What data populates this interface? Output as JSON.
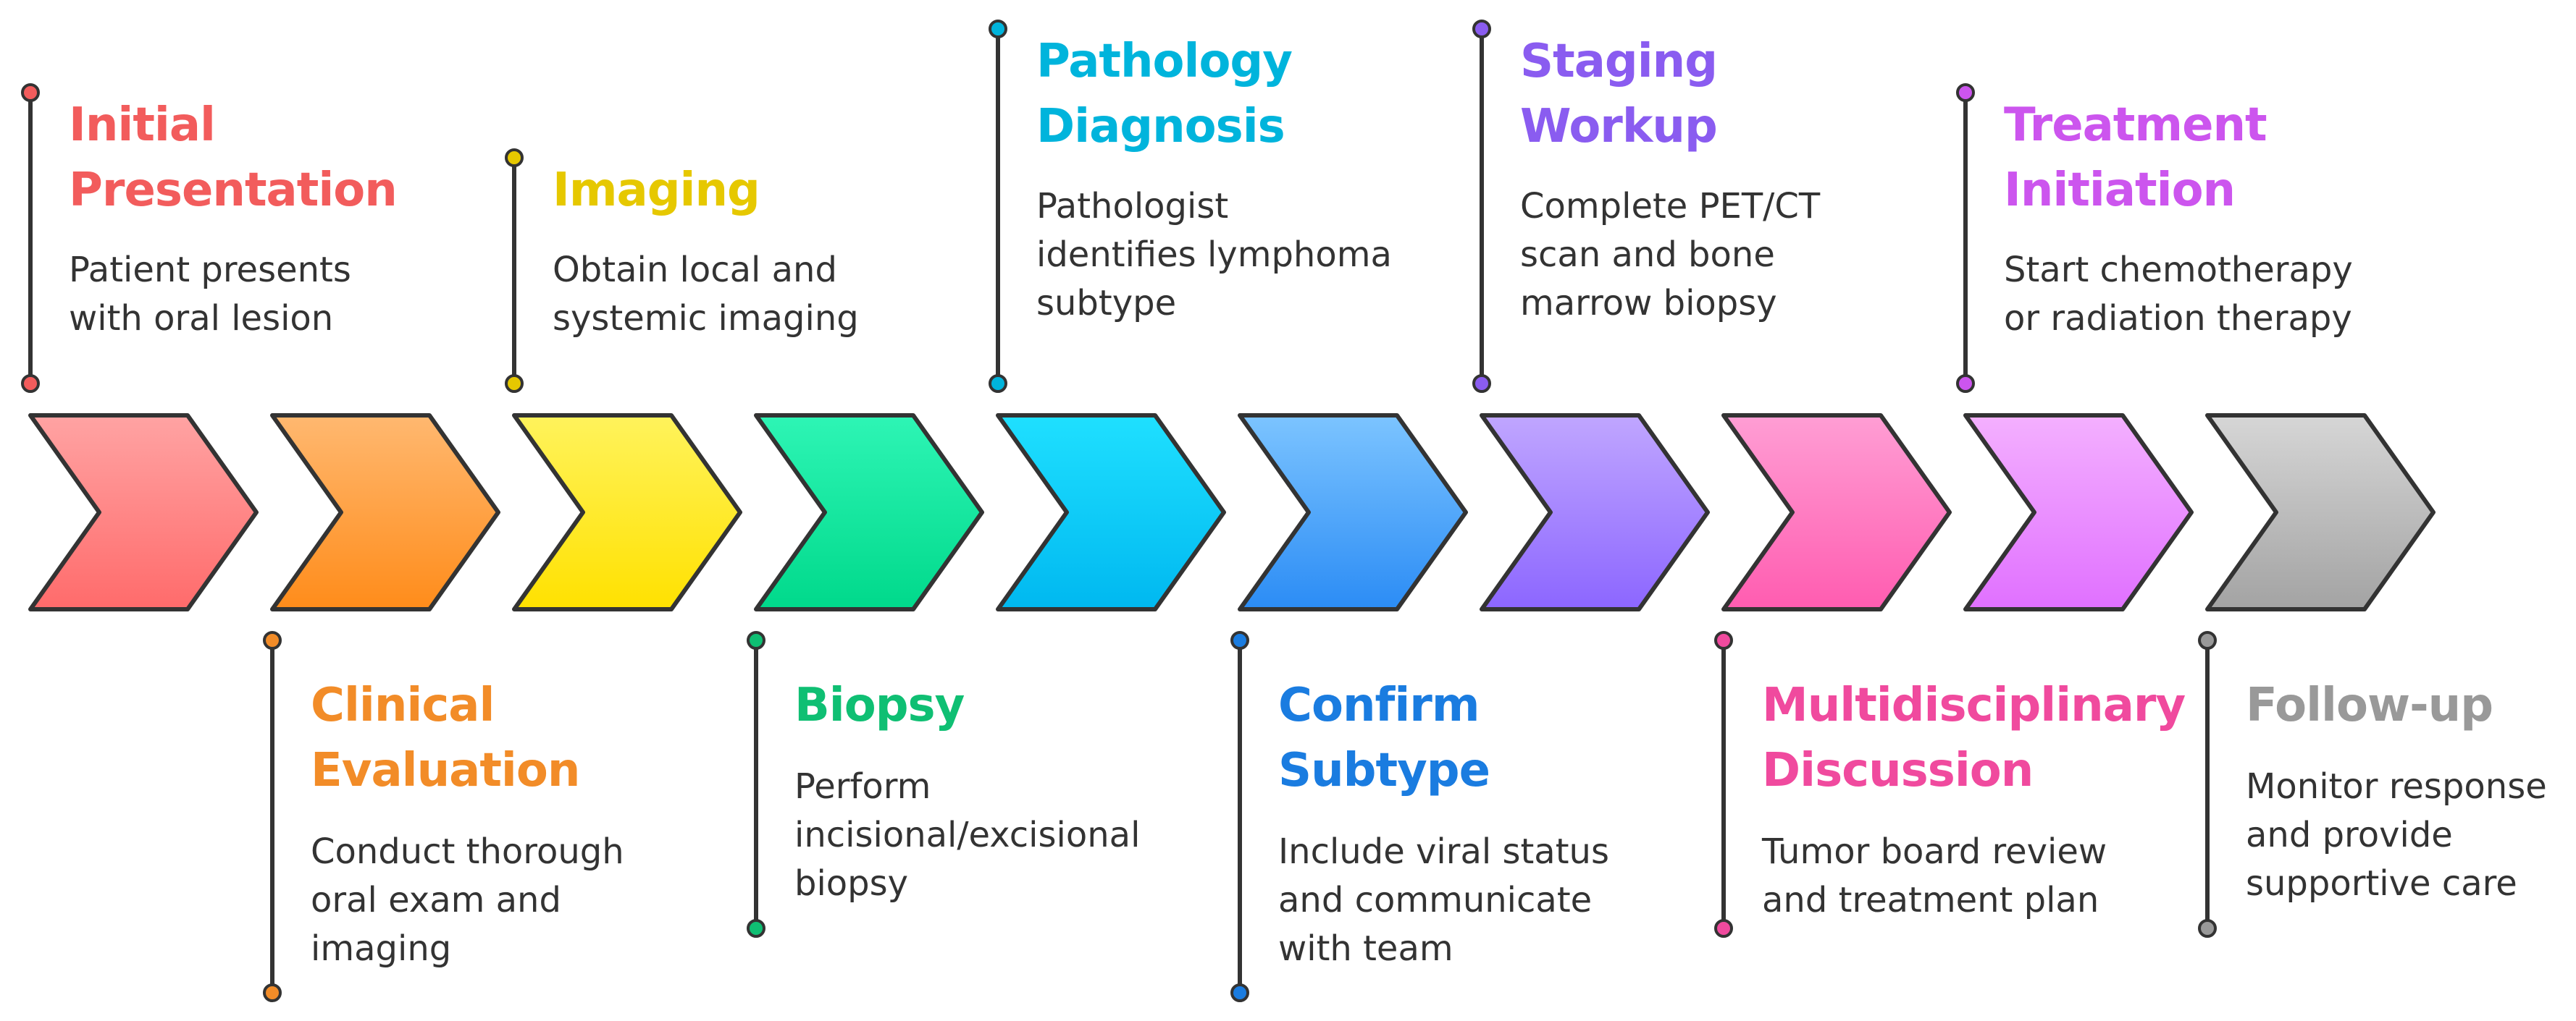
{
  "colors": {
    "text": "#333333",
    "outline": "#333333",
    "background": "#ffffff"
  },
  "steps": [
    {
      "title": "Initial Presentation",
      "title_lines": [
        "Initial",
        "Presentation"
      ],
      "desc_lines": [
        "Patient presents",
        "with oral lesion"
      ],
      "color": "#f25c5c",
      "fill_top": "#ffa3a3",
      "fill_bottom": "#ff6b6b"
    },
    {
      "title": "Clinical Evaluation",
      "title_lines": [
        "Clinical",
        "Evaluation"
      ],
      "desc_lines": [
        "Conduct thorough",
        "oral exam and",
        "imaging"
      ],
      "color": "#f28c28",
      "fill_top": "#ffb870",
      "fill_bottom": "#ff8c1a"
    },
    {
      "title": "Imaging",
      "title_lines": [
        "Imaging"
      ],
      "desc_lines": [
        "Obtain local and",
        "systemic imaging"
      ],
      "color": "#e6c800",
      "fill_top": "#fff35c",
      "fill_bottom": "#ffe100"
    },
    {
      "title": "Biopsy",
      "title_lines": [
        "Biopsy"
      ],
      "desc_lines": [
        "Perform",
        "incisional/excisional",
        "biopsy"
      ],
      "color": "#0fbf73",
      "fill_top": "#2ef5b5",
      "fill_bottom": "#00d98b"
    },
    {
      "title": "Pathology Diagnosis",
      "title_lines": [
        "Pathology",
        "Diagnosis"
      ],
      "desc_lines": [
        "Pathologist",
        "identifies lymphoma",
        "subtype"
      ],
      "color": "#00b4dc",
      "fill_top": "#1fe0ff",
      "fill_bottom": "#00b8f0"
    },
    {
      "title": "Confirm Subtype",
      "title_lines": [
        "Confirm",
        "Subtype"
      ],
      "desc_lines": [
        "Include viral status",
        "and communicate",
        "with team"
      ],
      "color": "#1a7ce0",
      "fill_top": "#7cc4ff",
      "fill_bottom": "#2b8cf5"
    },
    {
      "title": "Staging Workup",
      "title_lines": [
        "Staging",
        "Workup"
      ],
      "desc_lines": [
        "Complete PET/CT",
        "scan and bone",
        "marrow biopsy"
      ],
      "color": "#8a5cf0",
      "fill_top": "#c0a6ff",
      "fill_bottom": "#8c66ff"
    },
    {
      "title": "Multidisciplinary Discussion",
      "title_lines": [
        "Multidisciplinary",
        "Discussion"
      ],
      "desc_lines": [
        "Tumor board review",
        "and treatment plan"
      ],
      "color": "#f04a9e",
      "fill_top": "#ff9ed4",
      "fill_bottom": "#ff5cb0"
    },
    {
      "title": "Treatment Initiation",
      "title_lines": [
        "Treatment",
        "Initiation"
      ],
      "desc_lines": [
        "Start chemotherapy",
        "or radiation therapy"
      ],
      "color": "#cc55ee",
      "fill_top": "#f4b0ff",
      "fill_bottom": "#e070ff"
    },
    {
      "title": "Follow-up",
      "title_lines": [
        "Follow-up"
      ],
      "desc_lines": [
        "Monitor response",
        "and provide",
        "supportive care"
      ],
      "color": "#999999",
      "fill_top": "#d6d6d6",
      "fill_bottom": "#a3a3a3"
    }
  ]
}
